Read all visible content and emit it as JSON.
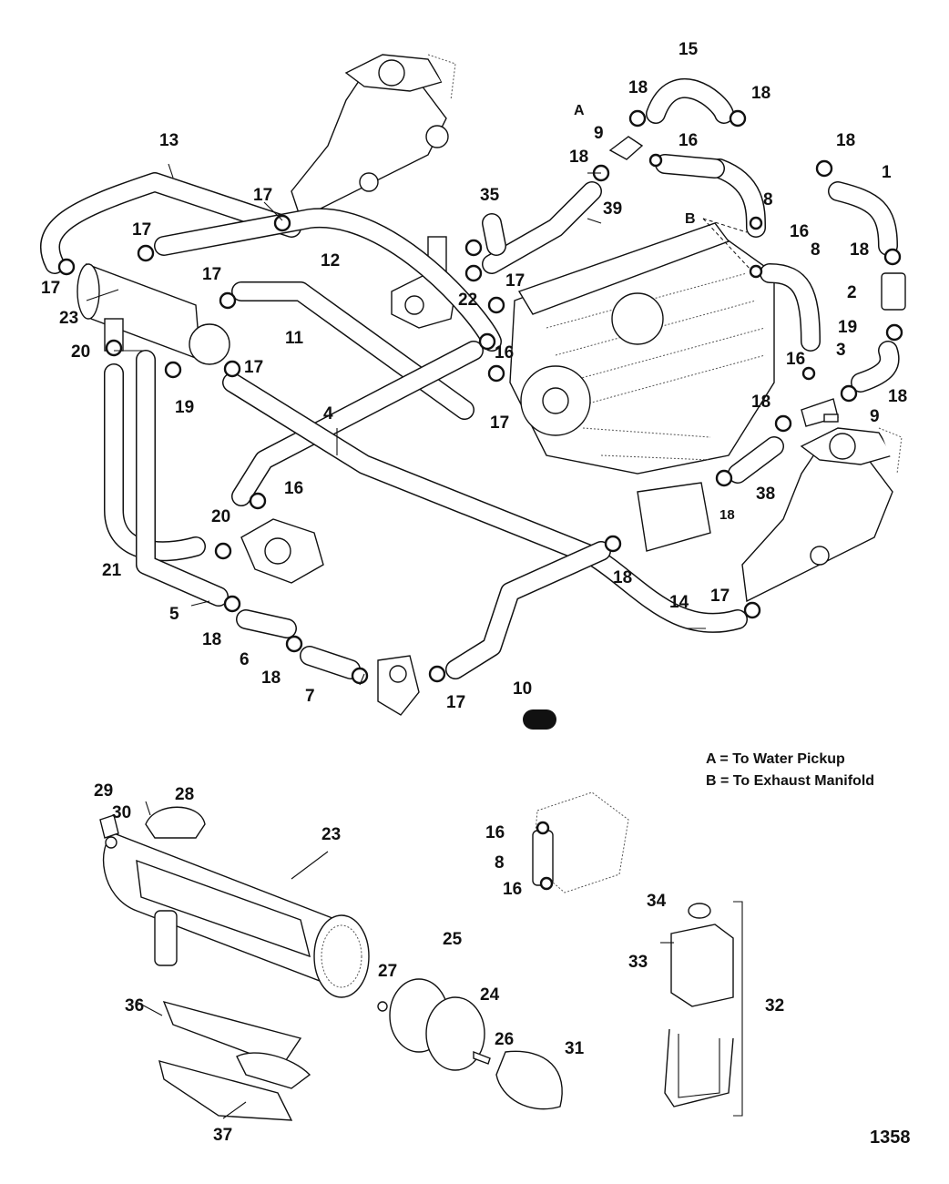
{
  "legend": {
    "a": "A = To Water Pickup",
    "b": "B = To Exhaust Manifold"
  },
  "figure_number": "1358",
  "callouts": {
    "c1": "1",
    "c2": "2",
    "c3": "3",
    "c4": "4",
    "c5": "5",
    "c6": "6",
    "c7": "7",
    "c8": "8",
    "c8b": "8",
    "c8c": "8",
    "c9": "9",
    "c9b": "9",
    "c10": "10",
    "c11": "11",
    "c12": "12",
    "c13": "13",
    "c14": "14",
    "c15": "15",
    "c16a": "16",
    "c16b": "16",
    "c16c": "16",
    "c16d": "16",
    "c16e": "16",
    "c16f": "16",
    "c16g": "16",
    "c17a": "17",
    "c17b": "17",
    "c17c": "17",
    "c17d": "17",
    "c17e": "17",
    "c17f": "17",
    "c17g": "17",
    "c17h": "17",
    "c17i": "17",
    "c18a": "18",
    "c18b": "18",
    "c18c": "18",
    "c18d": "18",
    "c18e": "18",
    "c18f": "18",
    "c18g": "18",
    "c18h": "18",
    "c18i": "18",
    "c18j": "18",
    "c18k": "18",
    "c19a": "19",
    "c19b": "19",
    "c20a": "20",
    "c20b": "20",
    "c21": "21",
    "c22": "22",
    "c23": "23",
    "c23b": "23",
    "c24": "24",
    "c25": "25",
    "c26": "26",
    "c27": "27",
    "c28": "28",
    "c29": "29",
    "c30": "30",
    "c31": "31",
    "c32": "32",
    "c33": "33",
    "c34": "34",
    "c35": "35",
    "c36": "36",
    "c37": "37",
    "c38": "38",
    "c39": "39",
    "ca": "A",
    "cb": "B"
  }
}
